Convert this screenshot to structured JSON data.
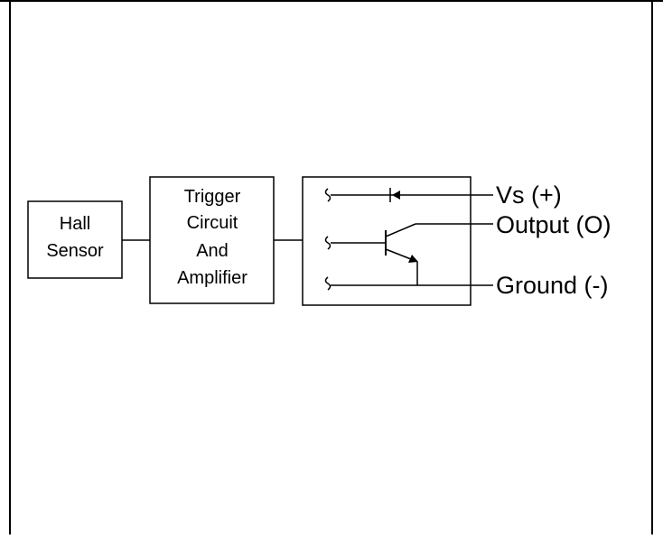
{
  "diagram": {
    "blocks": {
      "hall_sensor": {
        "lines": [
          "Hall",
          "Sensor"
        ]
      },
      "trigger_amplifier": {
        "lines": [
          "Trigger",
          "Circuit",
          "And",
          "Amplifier"
        ]
      }
    },
    "outputs": {
      "vs": "Vs (+)",
      "output": "Output (O)",
      "ground": "Ground (-)"
    },
    "colors": {
      "stroke": "#000000",
      "background": "#ffffff"
    }
  }
}
